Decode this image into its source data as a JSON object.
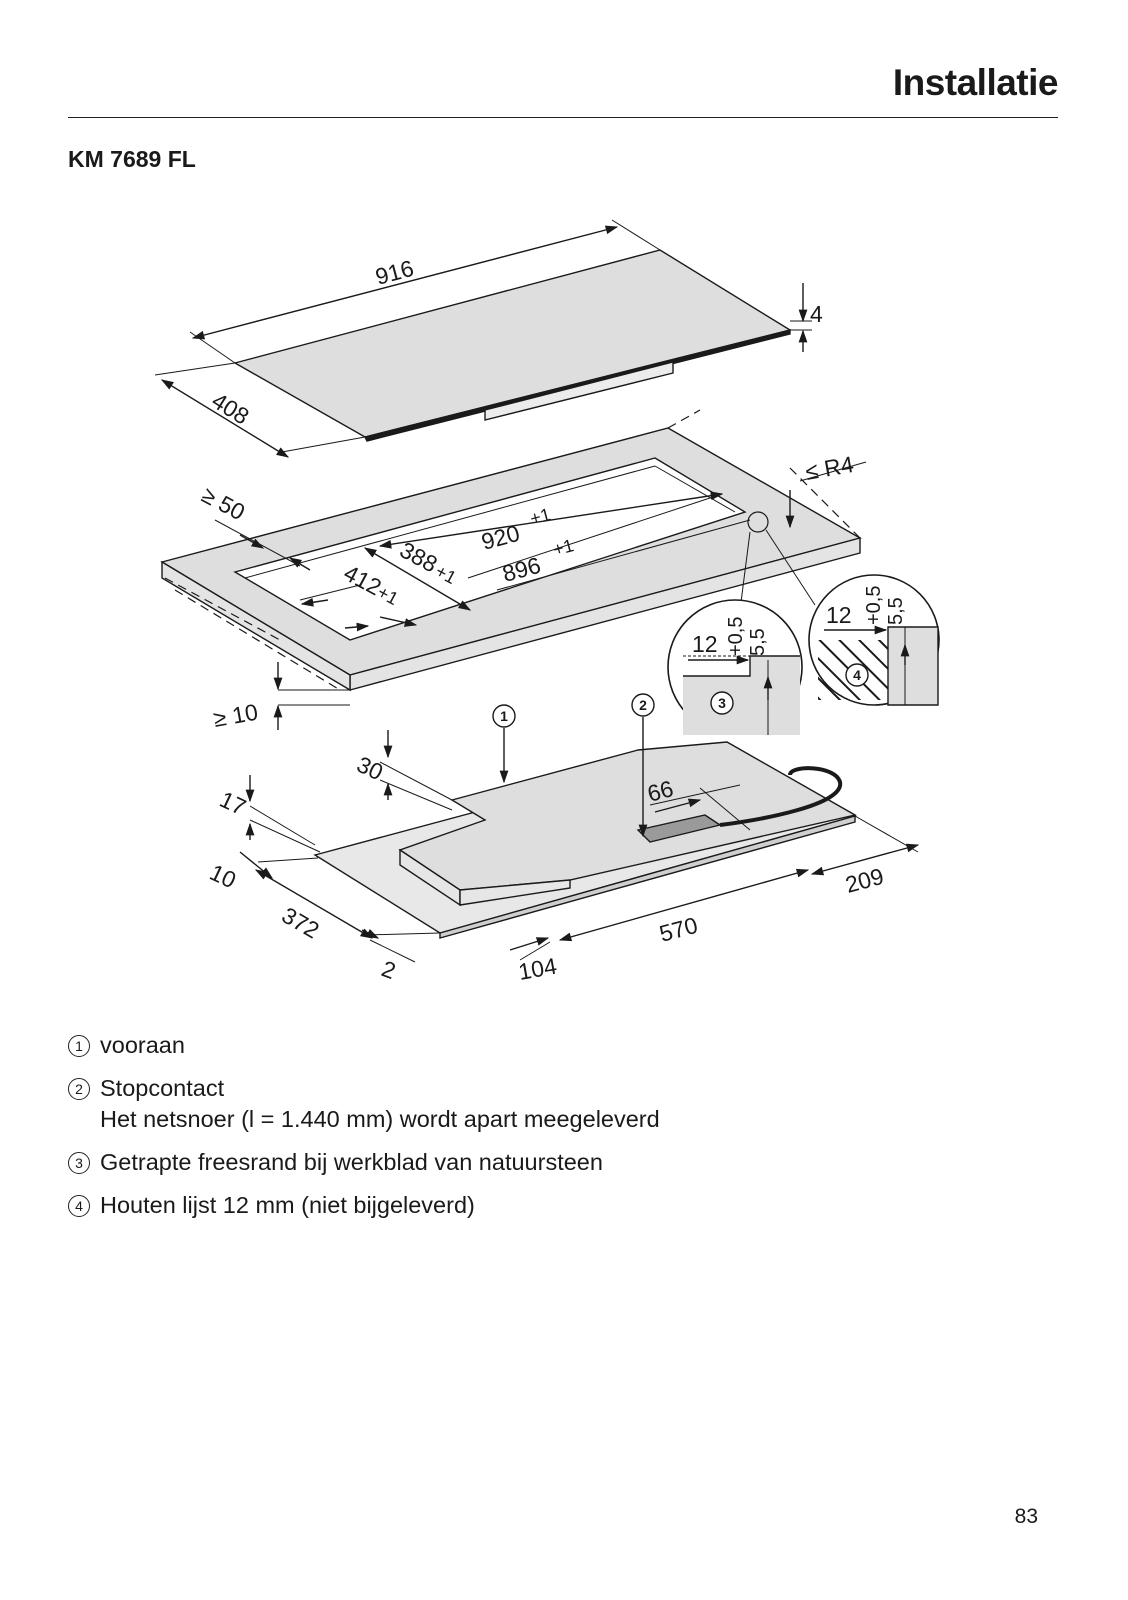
{
  "header": {
    "title": "Installatie"
  },
  "model": "KM 7689 FL",
  "drawing": {
    "dims": {
      "w916": "916",
      "d408": "408",
      "t4": "4",
      "r4": "≤ R4",
      "g50": "≥ 50",
      "c920": "920",
      "p920": "+1",
      "c896": "896",
      "p896": "+1",
      "c388": "388",
      "p388": "+1",
      "c412": "412",
      "p412": "+1",
      "g10": "≥ 10",
      "d30": "30",
      "d17": "17",
      "d10": "10",
      "d372": "372",
      "d2": "2",
      "d104": "104",
      "d570": "570",
      "d209": "209",
      "d66": "66",
      "det_12": "12",
      "det_tol": "+0,5",
      "det_55": "5,5"
    },
    "callouts": [
      "1",
      "2",
      "3",
      "4"
    ]
  },
  "legend": {
    "items": [
      {
        "num": "1",
        "line1": "vooraan",
        "line2": ""
      },
      {
        "num": "2",
        "line1": "Stopcontact",
        "line2": "Het netsnoer (l = 1.440 mm) wordt apart meegeleverd"
      },
      {
        "num": "3",
        "line1": "Getrapte freesrand bij werkblad van natuursteen",
        "line2": ""
      },
      {
        "num": "4",
        "line1": "Houten lijst 12 mm (niet bijgeleverd)",
        "line2": ""
      }
    ]
  },
  "page_number": "83"
}
